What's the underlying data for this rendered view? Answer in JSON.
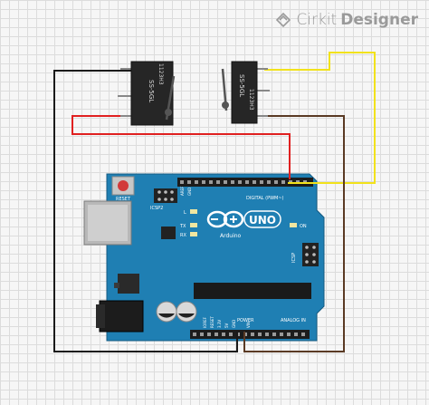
{
  "brand": {
    "word1": "Cirkit",
    "word2": "Designer"
  },
  "switch_left": {
    "model": "SS-5GL",
    "code": "1123H3"
  },
  "switch_right": {
    "model": "SS-5GL",
    "code": "1123H3"
  },
  "board": {
    "logo": "UNO",
    "name": "Arduino",
    "reset": "RESET",
    "icsp2": "ICSP2",
    "icsp": "ICSP",
    "led_l": "L",
    "led_tx": "TX",
    "led_rx": "RX",
    "on": "ON",
    "digital": "DIGITAL (PWM~)",
    "power": "POWER",
    "analog": "ANALOG IN",
    "aref": "AREF",
    "gnd": "GND",
    "ioref": "IOREF",
    "reset_hdr": "RESET",
    "v33": "3.3V",
    "v5": "5V",
    "vin": "VIN"
  },
  "wire_colors": {
    "black": "#1a1a1a",
    "red": "#e02020",
    "yellow": "#f2e21b",
    "brown": "#5a3a24"
  }
}
